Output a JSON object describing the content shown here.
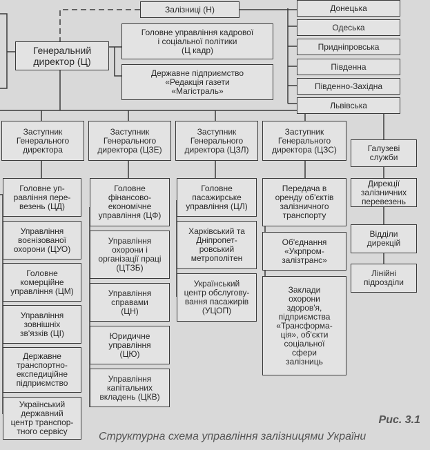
{
  "top": {
    "railways": "Залізниці (Н)",
    "general_director": "Генеральний\nдиректор (Ц)",
    "hr_admin": "Головне управління кадрової\nі соціальної політики\n(Ц кадр)",
    "newspaper": "Державне підприємство\n«Редакція газети\n«Магістраль»"
  },
  "railways_list": [
    "Донецька",
    "Одеська",
    "Придніпровська",
    "Південна",
    "Південно-Західна",
    "Львівська"
  ],
  "deputies": {
    "cd": "Заступник\nГенерального\nдиректора",
    "cze": "Заступник\nГенерального\nдиректора (ЦЗЕ)",
    "czl": "Заступник\nГенерального\nдиректора (ЦЗЛ)",
    "czs": "Заступник\nГенерального\nдиректора (ЦЗС)",
    "services": "Галузеві\nслужби"
  },
  "col1": [
    "Головне уп-\nравління пере-\nвезень (ЦД)",
    "Управління\nвоєнізованої\nохорони (ЦУО)",
    "Головне\nкомерційне\nуправління (ЦМ)",
    "Управління\nзовнішніх\nзв'язків (ЦІ)",
    "Державне\nтранспортно-\nекспедиційне\nпідприємство",
    "Український\nдержавний\nцентр транспор-\nтного сервісу"
  ],
  "col2": [
    "Головне\nфінансово-\nекономічне\nуправління (ЦФ)",
    "Управління\nохорони і\nорганізації праці\n(ЦТЗБ)",
    "Управління\nсправами\n(ЦН)",
    "Юридичне\nуправління\n(ЦЮ)",
    "Управління\nкапітальних\nвкладень (ЦКВ)"
  ],
  "col3": [
    "Головне\nпасажирське\nуправління (ЦЛ)",
    "Харківський та\nДніпропет-\nровський\nметрополітен",
    "Український\nцентр обслугову-\nвання пасажирів\n(УЦОП)"
  ],
  "col4": [
    "Передача в\nоренду об'єктів\nзалізничного\nтранспорту",
    "Об'єднання\n«Укрпром-\nзалізтранс»",
    "Заклади\nохорони\nздоров'я,\nпідприємства\n«Трансформа-\nція», об'єкти\nсоціальної\nсфери\nзалізниць"
  ],
  "col5": [
    "Дирекції\nзалізничних\nперевезень",
    "Відділи\nдирекцій",
    "Лінійні\nпідрозділи"
  ],
  "caption": {
    "number": "Рис. 3.1",
    "text": "Структурна схема управління залізницями України"
  }
}
